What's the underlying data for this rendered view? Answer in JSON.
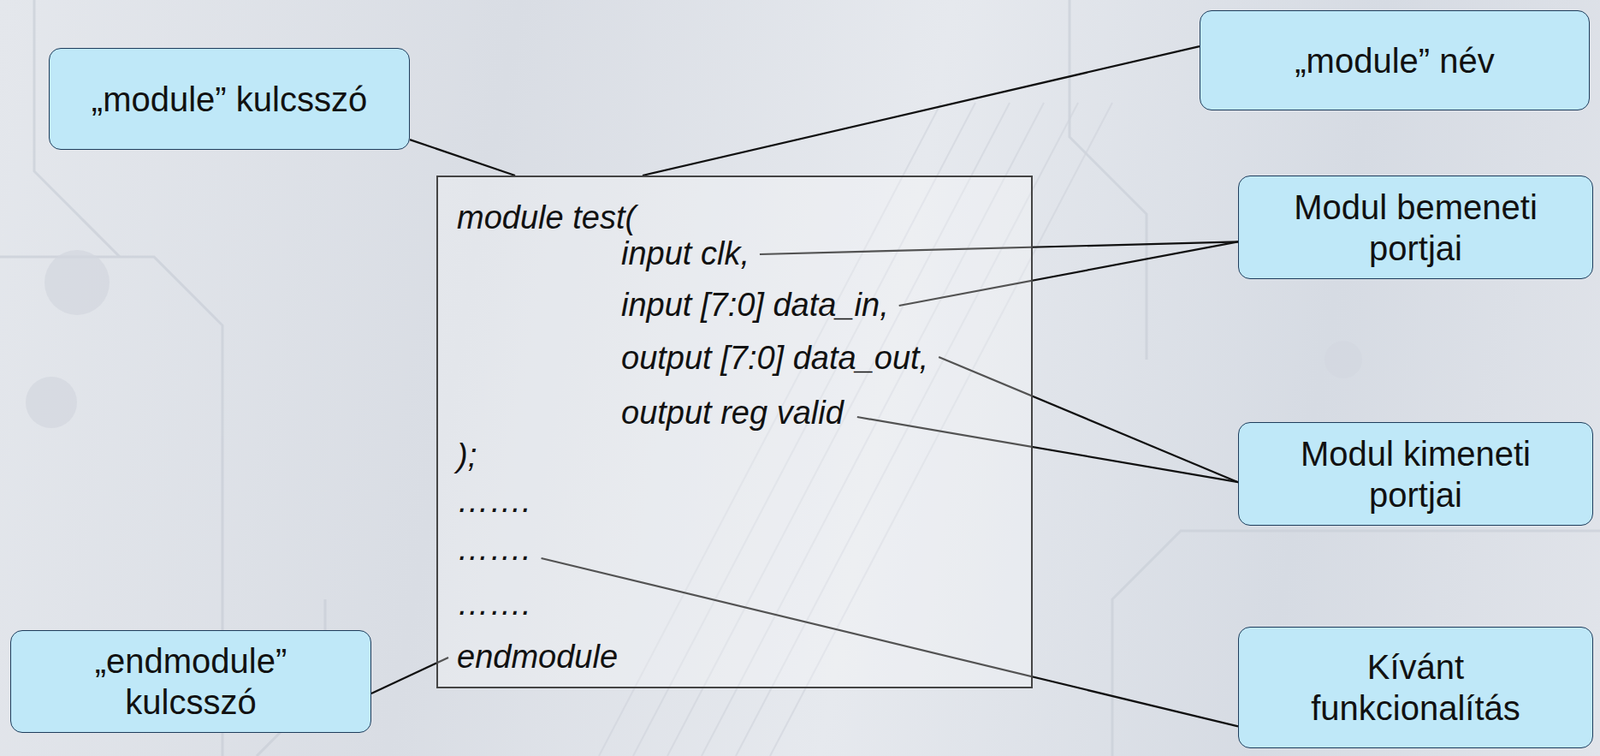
{
  "diagram": {
    "nodes": [
      {
        "text": [
          "„module” kulcsszó"
        ]
      },
      {
        "text": [
          "„module” név"
        ]
      },
      {
        "text": [
          "module test(",
          "input clk,",
          "input [7:0] data_in,",
          "output [7:0] data_out,",
          "output reg valid",
          ");",
          "…….",
          "…….",
          "…….",
          "endmodule"
        ]
      },
      {
        "text": [
          "Modul bemeneti portjai"
        ]
      },
      {
        "text": [
          "Modul kimeneti portjai"
        ]
      },
      {
        "text": [
          "„endmodule” kulcsszó"
        ]
      },
      {
        "text": [
          "Kívánt funkcionalítás"
        ]
      }
    ],
    "edges": [
      {
        "from": 0,
        "to": 2,
        "arrow": "none"
      },
      {
        "from": 1,
        "to": 2,
        "arrow": "none"
      },
      {
        "from": 3,
        "to": 2,
        "arrow": "none"
      },
      {
        "from": 3,
        "to": 2,
        "arrow": "none"
      },
      {
        "from": 4,
        "to": 2,
        "arrow": "none"
      },
      {
        "from": 4,
        "to": 2,
        "arrow": "none"
      },
      {
        "from": 5,
        "to": 2,
        "arrow": "none"
      },
      {
        "from": 6,
        "to": 2,
        "arrow": "none"
      }
    ]
  }
}
